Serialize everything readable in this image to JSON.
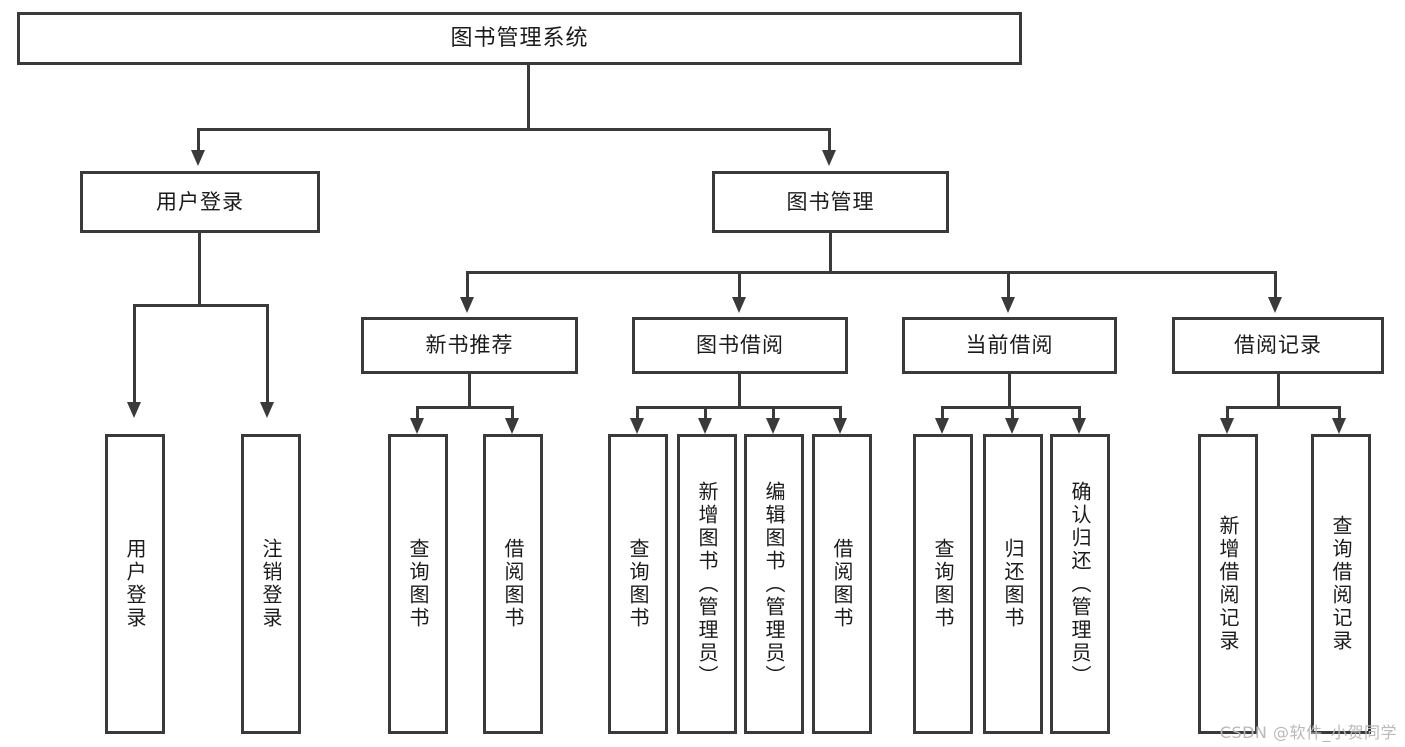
{
  "diagram": {
    "title": "图书管理系统",
    "watermark": "CSDN @软件_小贺同学",
    "root": {
      "label": "图书管理系统"
    },
    "level2": [
      {
        "label": "用户登录"
      },
      {
        "label": "图书管理"
      }
    ],
    "level3": [
      {
        "label": "新书推荐"
      },
      {
        "label": "图书借阅"
      },
      {
        "label": "当前借阅"
      },
      {
        "label": "借阅记录"
      }
    ],
    "leaves": {
      "user_login": [
        {
          "label": "用户登录"
        },
        {
          "label": "注销登录"
        }
      ],
      "new_book_recommend": [
        {
          "label": "查询图书"
        },
        {
          "label": "借阅图书"
        }
      ],
      "book_borrow": [
        {
          "label": "查询图书"
        },
        {
          "label": "新增图书（管理员）"
        },
        {
          "label": "编辑图书（管理员）"
        },
        {
          "label": "借阅图书"
        }
      ],
      "current_borrow": [
        {
          "label": "查询图书"
        },
        {
          "label": "归还图书"
        },
        {
          "label": "确认归还（管理员）"
        }
      ],
      "borrow_record": [
        {
          "label": "新增借阅记录"
        },
        {
          "label": "查询借阅记录"
        }
      ]
    },
    "colors": {
      "stroke": "#3a3a3a",
      "fill": "#ffffff",
      "text": "#1b1b1b",
      "watermark": "#b9b9b9"
    }
  }
}
